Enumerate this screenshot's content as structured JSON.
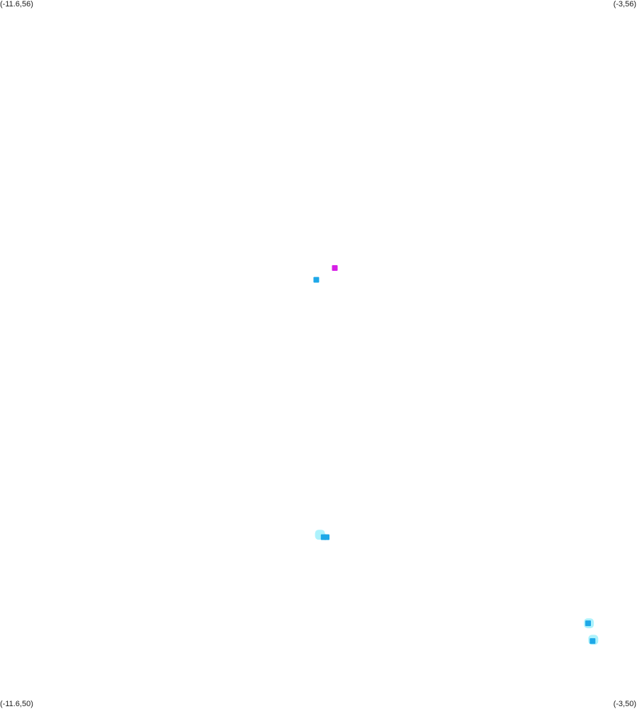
{
  "corner_labels": {
    "top_left": "(-11.6,56)",
    "top_right": "(-3,56)",
    "bottom_left": "(-11.6,50)",
    "bottom_right": "(-3,50)"
  },
  "extent": {
    "lon_min": -11.6,
    "lon_max": -3,
    "lat_min": 50,
    "lat_max": 56
  },
  "colors": {
    "background": "#ffffff",
    "text": "#1a1a1a",
    "halo": "#9ff0fb",
    "marker_primary": "#1ea8e8",
    "marker_highlight": "#d61fe6"
  },
  "chart_data": {
    "type": "scatter",
    "xlim": [
      -11.6,
      -3
    ],
    "ylim": [
      50,
      56
    ],
    "points": [
      {
        "lon": -7.08,
        "lat": 53.73,
        "category": "highlight"
      },
      {
        "lon": -7.33,
        "lat": 53.63,
        "category": "primary"
      },
      {
        "lon": -7.28,
        "lat": 51.47,
        "category": "halo"
      },
      {
        "lon": -7.23,
        "lat": 51.45,
        "category": "primary"
      },
      {
        "lon": -7.19,
        "lat": 51.45,
        "category": "primary"
      },
      {
        "lon": -3.65,
        "lat": 50.72,
        "category": "halo"
      },
      {
        "lon": -3.66,
        "lat": 50.72,
        "category": "primary"
      },
      {
        "lon": -3.59,
        "lat": 50.58,
        "category": "halo"
      },
      {
        "lon": -3.6,
        "lat": 50.57,
        "category": "primary"
      }
    ]
  }
}
